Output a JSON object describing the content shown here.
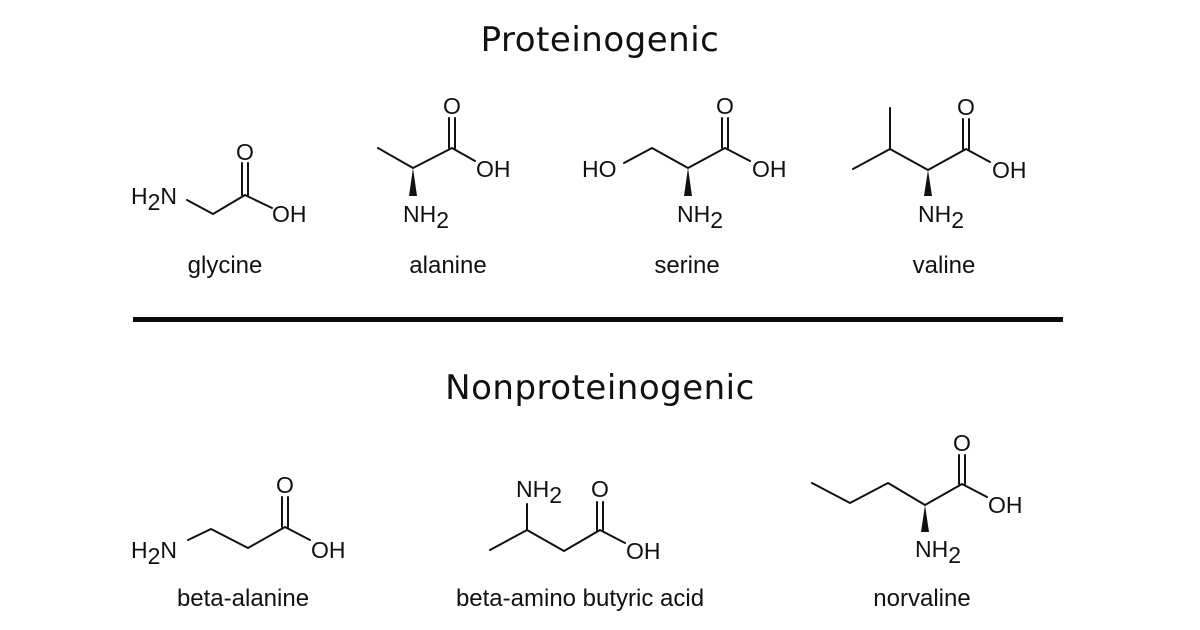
{
  "sections": {
    "top_title": "Proteinogenic",
    "bottom_title": "Nonproteinogenic"
  },
  "molecules": {
    "glycine": {
      "name": "glycine",
      "amine": "H",
      "amine_sub": "2",
      "amine_n": "N",
      "carbonyl": "O",
      "hydroxyl": "OH"
    },
    "alanine": {
      "name": "alanine",
      "amine": "NH",
      "amine_sub": "2",
      "carbonyl": "O",
      "hydroxyl": "OH"
    },
    "serine": {
      "name": "serine",
      "amine": "NH",
      "amine_sub": "2",
      "carbonyl": "O",
      "hydroxyl": "OH",
      "side_hydroxyl": "HO"
    },
    "valine": {
      "name": "valine",
      "amine": "NH",
      "amine_sub": "2",
      "carbonyl": "O",
      "hydroxyl": "OH"
    },
    "beta_alanine": {
      "name": "beta-alanine",
      "amine": "H",
      "amine_sub": "2",
      "amine_n": "N",
      "carbonyl": "O",
      "hydroxyl": "OH"
    },
    "beta_amino_butyric_acid": {
      "name": "beta-amino butyric acid",
      "amine": "NH",
      "amine_sub": "2",
      "carbonyl": "O",
      "hydroxyl": "OH"
    },
    "norvaline": {
      "name": "norvaline",
      "amine": "NH",
      "amine_sub": "2",
      "carbonyl": "O",
      "hydroxyl": "OH"
    }
  }
}
